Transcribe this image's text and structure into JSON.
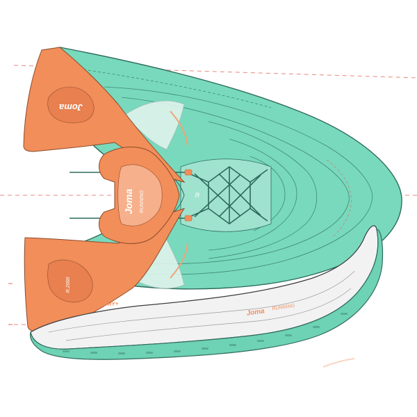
{
  "colors": {
    "upper": "#78d9bd",
    "upper_stroke": "#2f6b5c",
    "accent": "#f28e5a",
    "accent_dark": "#d8713c",
    "sole": "#f2f2f3",
    "outsole": "#6ed2b4",
    "guide_line": "#e36a5c",
    "lace": "#2d6a5a"
  },
  "branding": {
    "heel_logo_top": "Joma",
    "heel_logo_side": "Joma",
    "side_sub": "RUNNING",
    "midsole_logo": "Joma",
    "midsole_sub": "RUNNING",
    "tech_badge": "PHY+",
    "tongue_mark": "R",
    "heel_model": "R.2000"
  }
}
